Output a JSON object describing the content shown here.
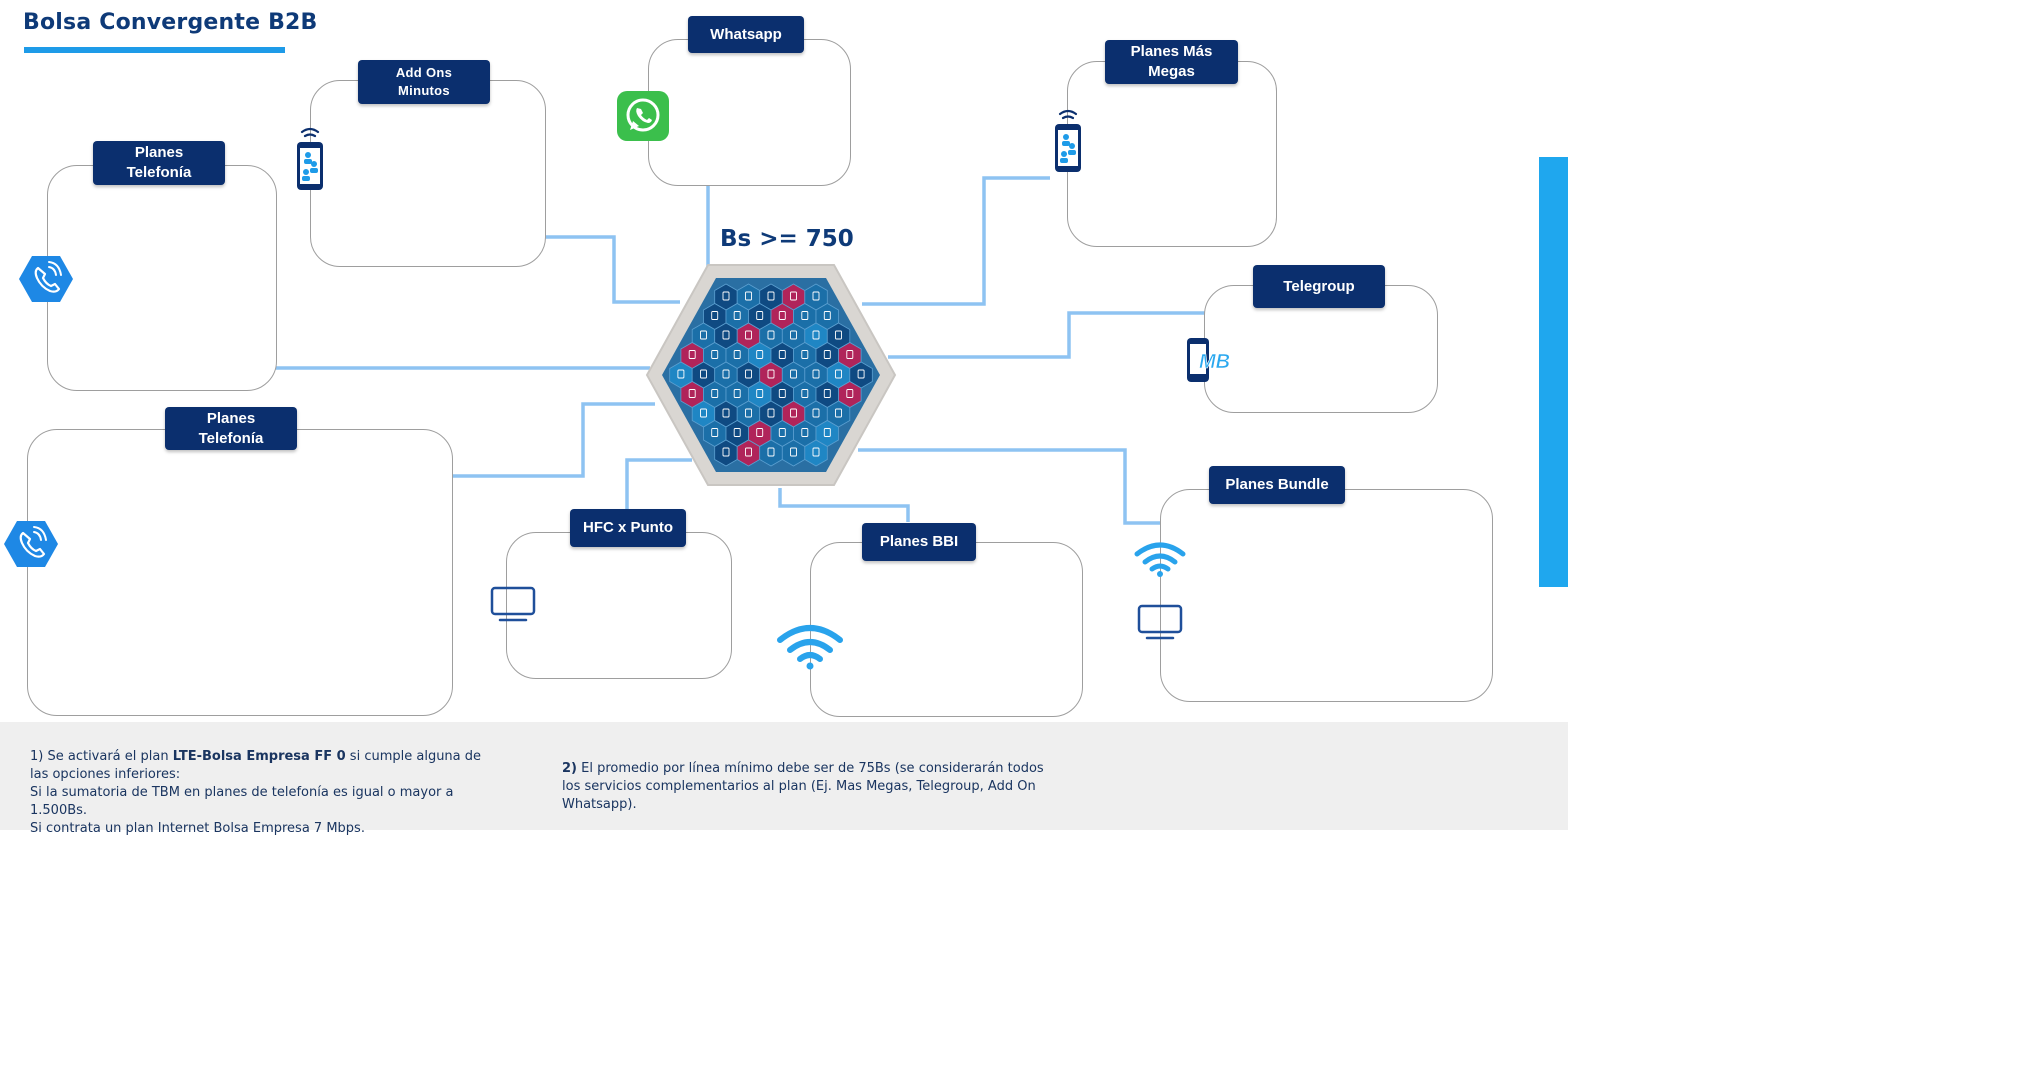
{
  "header": {
    "title": "Bolsa Convergente B2B"
  },
  "center": {
    "label": "Bs >= 750"
  },
  "nodes": {
    "whatsapp": "Whatsapp",
    "addons_line1": "Add Ons",
    "addons_line2": "Minutos",
    "telefonia1_line1": "Planes",
    "telefonia1_line2": "Telefonía",
    "telefonia2_line1": "Planes",
    "telefonia2_line2": "Telefonía",
    "masmegas_line1": "Planes Más",
    "masmegas_line2": "Megas",
    "telegroup": "Telegroup",
    "hfc": "HFC x Punto",
    "bbi": "Planes BBI",
    "bundle": "Planes Bundle"
  },
  "icons": {
    "phone_hex": "phone-hex-icon",
    "mobile_contacts": "mobile-contacts-icon",
    "whatsapp_logo": "whatsapp-icon",
    "mb_phone": "mb-phone-icon",
    "wifi": "wifi-icon",
    "monitor": "monitor-icon",
    "mb_text": "MB"
  },
  "footer": {
    "note1_prefix": "1) Se activará el plan ",
    "note1_bold": "LTE-Bolsa Empresa FF 0",
    "note1_rest": " si cumple alguna de las opciones inferiores:",
    "note1_line2": " Si la sumatoria de TBM en planes de telefonía es igual o mayor a 1.500Bs.",
    "note1_line3": "Si contrata un plan Internet Bolsa Empresa 7 Mbps.",
    "note2_bold": "2)",
    "note2_rest": " El promedio por línea mínimo debe ser de 75Bs (se considerarán todos los servicios complementarios al plan (Ej. Mas Megas, Telegroup, Add On Whatsapp)."
  },
  "colors": {
    "navy": "#0b2f6e",
    "accent": "#1e9be8",
    "connector": "#8ec3f2",
    "magenta": "#b0245a",
    "teal": "#1b6fa8"
  }
}
